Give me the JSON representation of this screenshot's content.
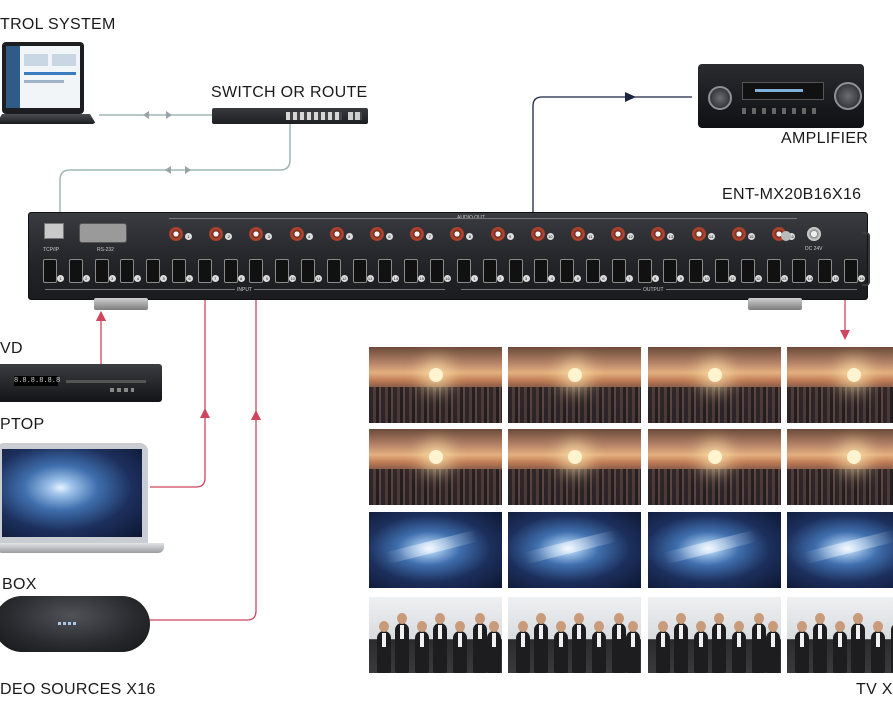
{
  "labels": {
    "control_system": "TROL SYSTEM",
    "switch": "SWITCH OR ROUTE",
    "amplifier": "AMPLIFIER",
    "model": "ENT-MX20B16X16",
    "dvd": "VD",
    "laptop": "PTOP",
    "settop": "BOX",
    "sources": "DEO SOURCES X16",
    "tv": "TV X"
  },
  "matrix": {
    "tcpip": "TCP/IP",
    "rs232": "RS-232",
    "audio_out": "AUDIO OUT",
    "input": "INPUT",
    "output": "OUTPUT",
    "dc": "DC 24V",
    "audio_ports": [
      "1",
      "2",
      "3",
      "4",
      "5",
      "6",
      "7",
      "8",
      "9",
      "10",
      "11",
      "12",
      "13",
      "14",
      "15",
      "16"
    ],
    "inputs": [
      "1",
      "2",
      "3",
      "4",
      "5",
      "6",
      "7",
      "8",
      "9",
      "10",
      "11",
      "12",
      "13",
      "14",
      "15",
      "16"
    ],
    "outputs": [
      "1",
      "2",
      "3",
      "4",
      "5",
      "6",
      "7",
      "8",
      "9",
      "10",
      "11",
      "12",
      "13",
      "14",
      "15",
      "16"
    ]
  },
  "dvd_display": "8.8.8.8.8.8",
  "tv_grid": [
    [
      "city",
      "city",
      "city",
      "city"
    ],
    [
      "city",
      "city",
      "city",
      "city"
    ],
    [
      "space",
      "space",
      "space",
      "space"
    ],
    [
      "meet",
      "meet",
      "meet",
      "meet"
    ]
  ],
  "colors": {
    "network_wire": "#9fb8b5",
    "hdmi_wire": "#d0455e",
    "audio_wire": "#1a2540",
    "matrix_body": "#2b2b2f",
    "port_ring": "#b5452f"
  }
}
